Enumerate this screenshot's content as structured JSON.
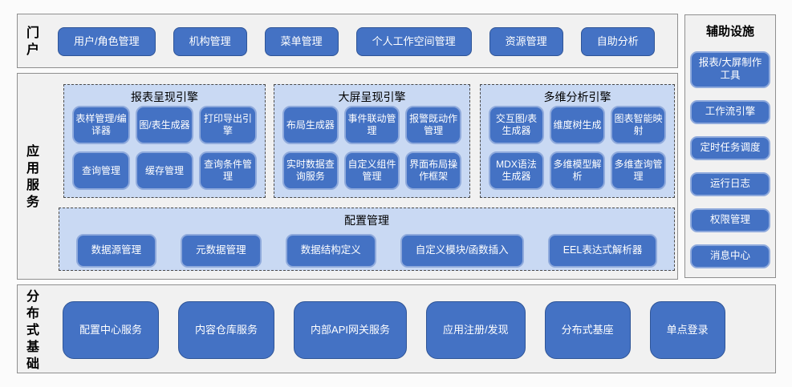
{
  "colors": {
    "button_blue": "#4472c4",
    "inner_button_border": "#8faadc",
    "panel_light_blue": "#c9d9f3",
    "section_gray": "#f1f1f1"
  },
  "sections": {
    "portal": {
      "label": "门户",
      "items": [
        "用户/角色管理",
        "机构管理",
        "菜单管理",
        "个人工作空间管理",
        "资源管理",
        "自助分析"
      ]
    },
    "app_services": {
      "label": "应用服务",
      "panels": [
        {
          "title": "报表呈现引擎",
          "items": [
            "表样管理/编译器",
            "图/表生成器",
            "打印导出引擎",
            "查询管理",
            "缓存管理",
            "查询条件管理"
          ]
        },
        {
          "title": "大屏呈现引擎",
          "items": [
            "布局生成器",
            "事件联动管理",
            "报警既动作管理",
            "实时数据查询服务",
            "自定义组件管理",
            "界面布局操作框架"
          ]
        },
        {
          "title": "多维分析引擎",
          "items": [
            "交互图/表生成器",
            "维度树生成",
            "图表智能映射",
            "MDX语法生成器",
            "多维模型解析",
            "多维查询管理"
          ]
        }
      ],
      "config_panel": {
        "title": "配置管理",
        "items": [
          "数据源管理",
          "元数据管理",
          "数据结构定义",
          "自定义模块/函数插入",
          "EEL表达式解析器"
        ]
      }
    },
    "distributed": {
      "label": "分布式基础",
      "items": [
        "配置中心服务",
        "内容仓库服务",
        "内部API网关服务",
        "应用注册/发现",
        "分布式基座",
        "单点登录"
      ]
    },
    "auxiliary": {
      "title": "辅助设施",
      "items": [
        "报表/大屏制作工具",
        "工作流引擎",
        "定时任务调度",
        "运行日志",
        "权限管理",
        "消息中心"
      ]
    }
  }
}
